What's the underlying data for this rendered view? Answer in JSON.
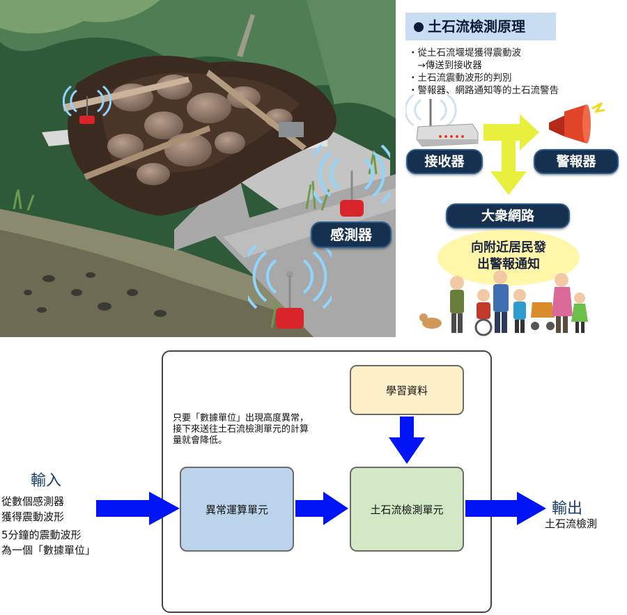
{
  "illustration": {
    "sensor_label": "感測器"
  },
  "principle": {
    "title": "土石流檢測原理",
    "bullets": [
      "・從土石流堰堤獲得震動波",
      "　→傳送到接收器",
      "・土石流震動波形的判別",
      "・警報器、網路通知等的土石流警告"
    ],
    "receiver_label": "接收器",
    "alarm_label": "警報器",
    "network_label": "大衆網路",
    "notify_line1": "向附近居民發",
    "notify_line2": "出警報通知"
  },
  "flow": {
    "input_heading": "輸入",
    "input_line1": "從數個感測器",
    "input_line2": "獲得震動波形",
    "input_line3": "5分鐘的震動波形",
    "input_line4": "為一個「數據單位」",
    "note_line1": "只要「數據單位」出現高度異常，",
    "note_line2": "接下來送往土石流檢測單元的計算",
    "note_line3": "量就會降低。",
    "learning_data": "學習資料",
    "anomaly_unit": "異常運算單元",
    "detection_unit": "土石流檢測單元",
    "output_heading": "輸出",
    "output_label": "土石流檢測"
  },
  "colors": {
    "arrow_blue": "#0015f5",
    "learning_fill": "#fdf0c8",
    "anomaly_fill": "#bcd3ec",
    "detection_fill": "#d3e8c4",
    "pill_navy": "#16304f",
    "yellow_arrow": "#e8ef3c"
  }
}
